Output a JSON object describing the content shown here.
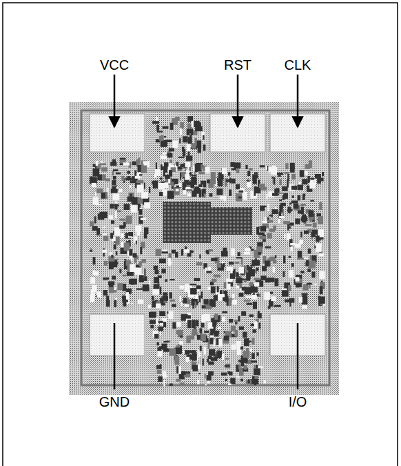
{
  "diagram": {
    "labels": [
      "VCC",
      "RST",
      "CLK",
      "GND",
      "I/O"
    ]
  }
}
